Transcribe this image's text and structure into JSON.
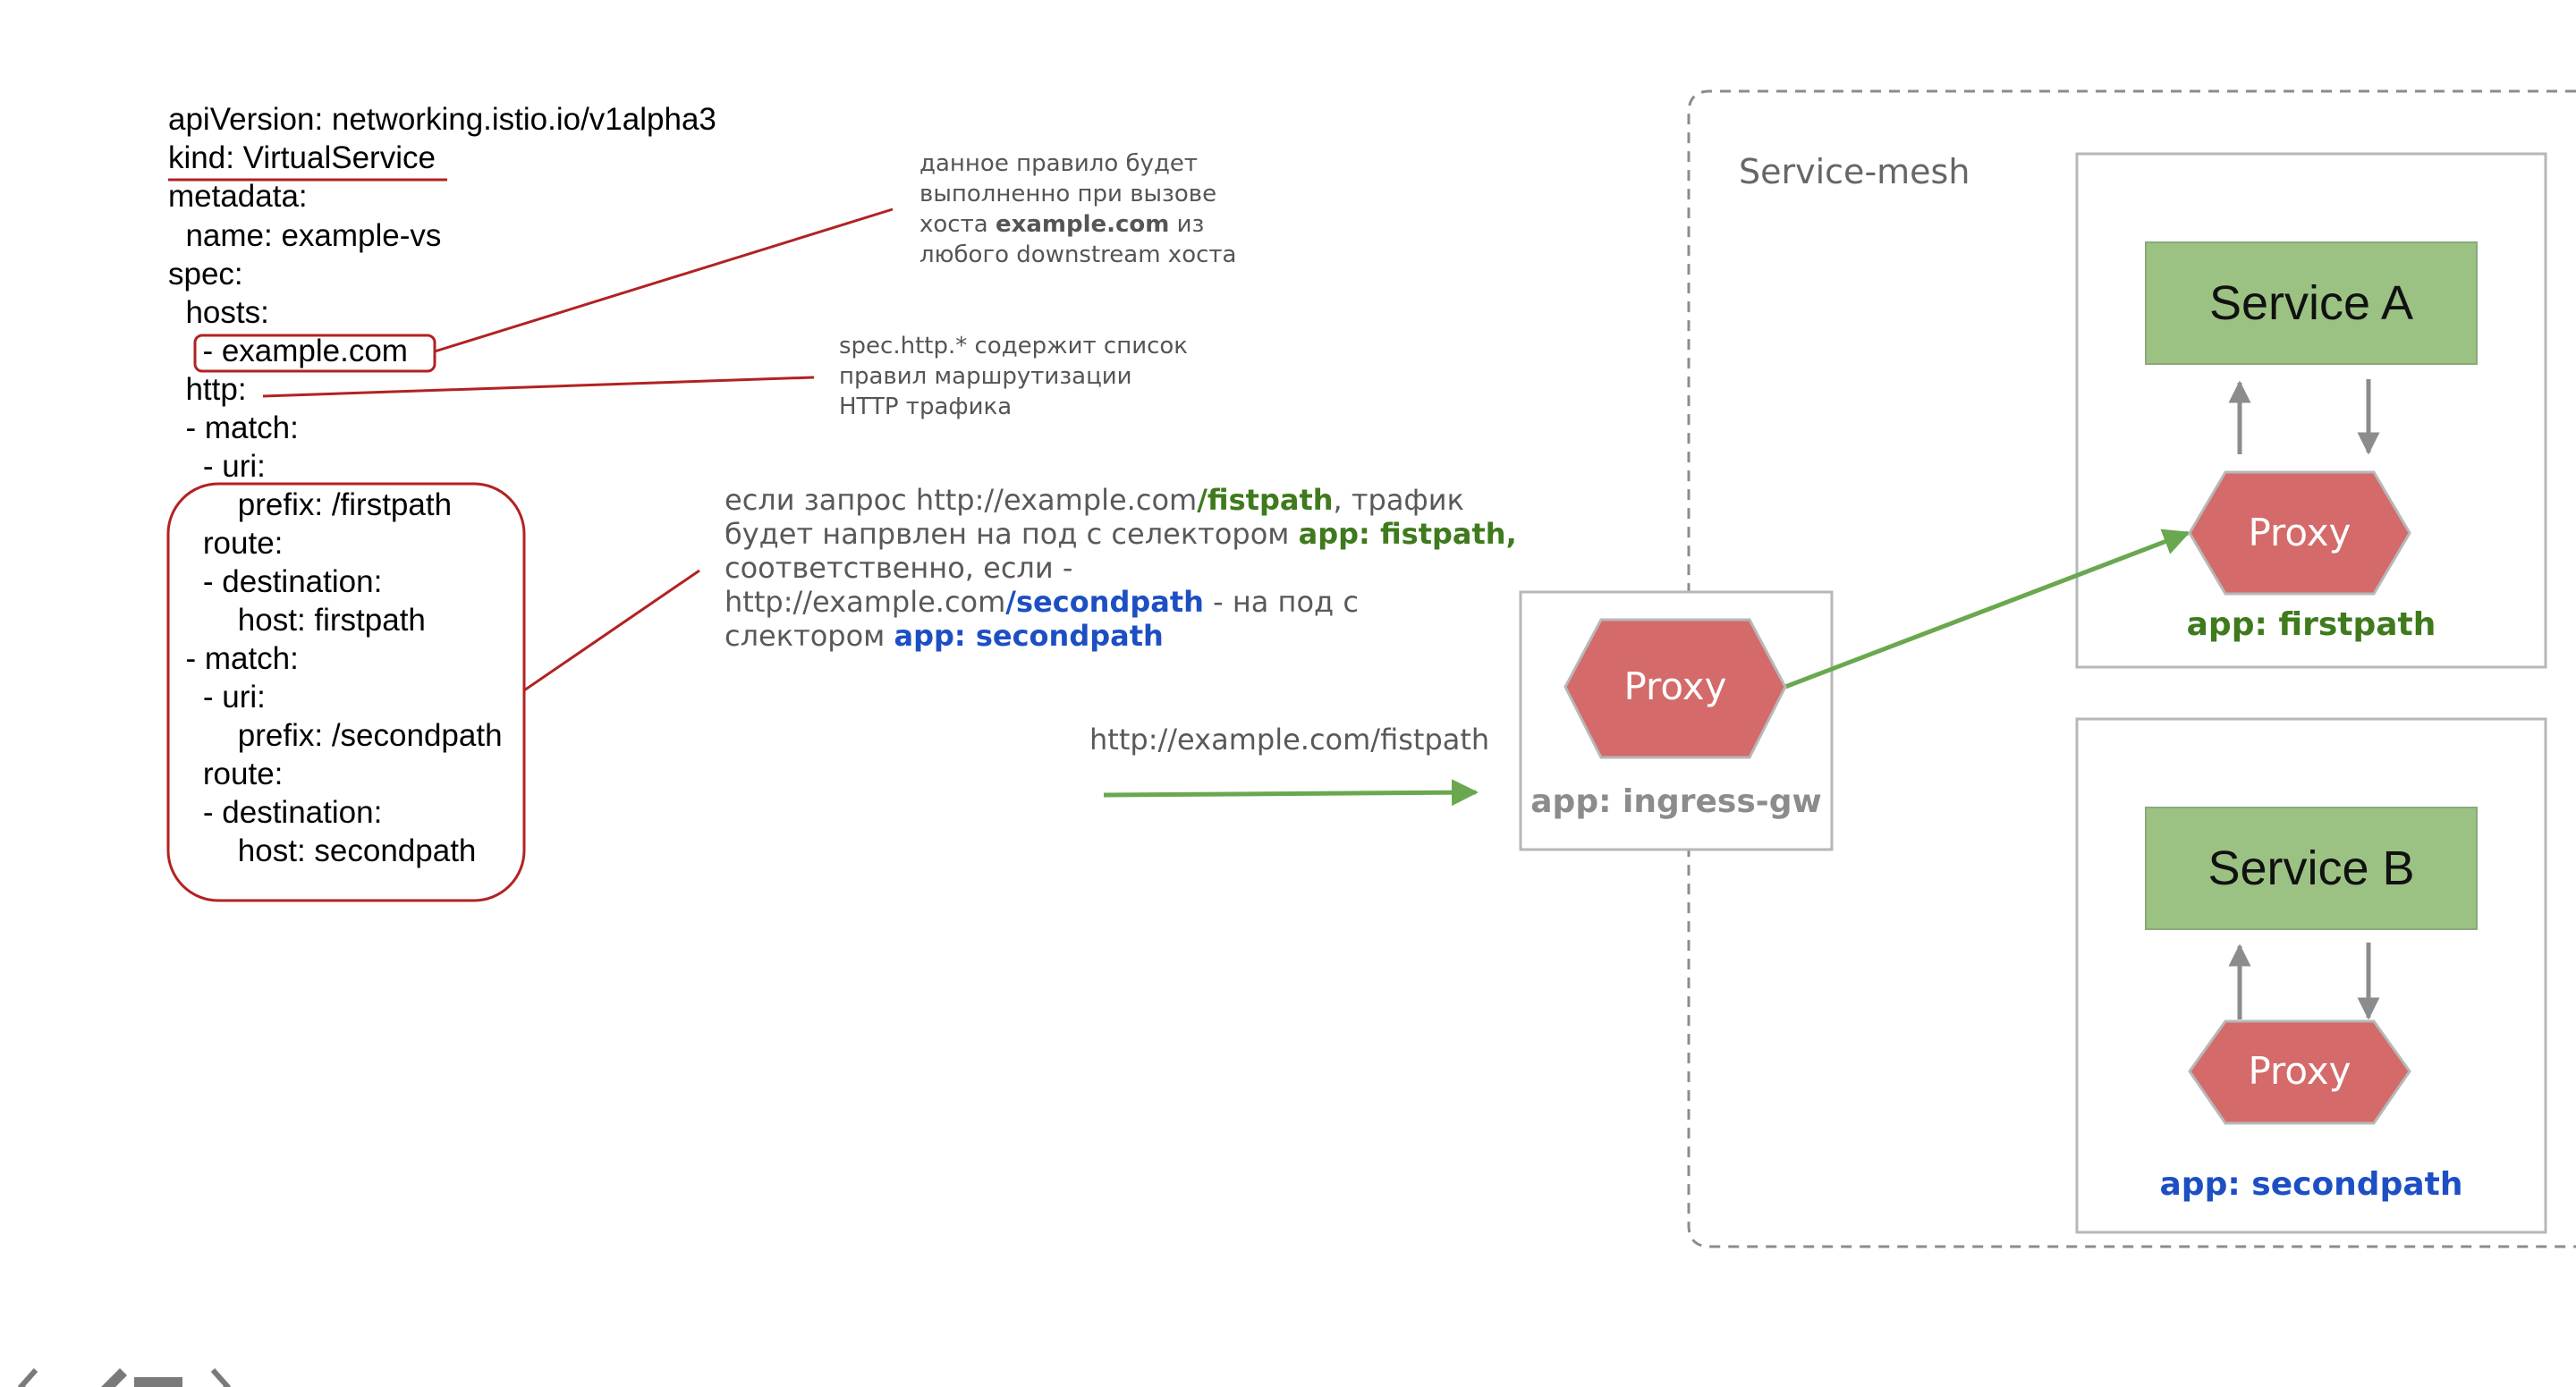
{
  "yaml": {
    "l1": "apiVersion: networking.istio.io/v1alpha3",
    "l2": "kind: VirtualService",
    "l3": "metadata:",
    "l4": "  name: example-vs",
    "l5": "spec:",
    "l6": "  hosts:",
    "l7": "  - example.com",
    "l8": "  http:",
    "l9": "  - match:",
    "l10": "    - uri:",
    "l11": "        prefix: /firstpath",
    "l12": "    route:",
    "l13": "    - destination:",
    "l14": "        host: firstpath",
    "l15": "  - match:",
    "l16": "    - uri:",
    "l17": "        prefix: /secondpath",
    "l18": "    route:",
    "l19": "    - destination:",
    "l20": "        host: secondpath"
  },
  "notes": {
    "hosts_note": {
      "line1": "данное правило будет",
      "line2": "выполненно при вызове",
      "line3_pre": "хоста ",
      "line3_bold": "example.com",
      "line3_post": " из",
      "line4": "любого downstream хоста"
    },
    "http_note": {
      "line1": "spec.http.* содержит список",
      "line2": "правил маршрутизации",
      "line3": "HTTP трафика"
    },
    "routing_note": {
      "l1_pre": "если запрос http://example.com",
      "l1_green": "/fistpath",
      "l1_post": ", трафик",
      "l2_pre": "будет напрвлен на под с селектором ",
      "l2_green": "app: fistpath,",
      "l3": "соответственно, если -",
      "l4_pre": "http://example.com",
      "l4_blue": "/secondpath",
      "l4_post": " - на под с",
      "l5_pre": "слектором ",
      "l5_blue": "app: secondpath"
    }
  },
  "diagram": {
    "mesh_label": "Service-mesh",
    "request_url": "http://example.com/fistpath",
    "gateway": {
      "proxy_label": "Proxy",
      "app_label": "app: ingress-gw"
    },
    "pod_a": {
      "service_label": "Service A",
      "proxy_label": "Proxy",
      "app_label": "app: firstpath"
    },
    "pod_b": {
      "service_label": "Service B",
      "proxy_label": "Proxy",
      "app_label": "app: secondpath"
    }
  },
  "colors": {
    "annotation_red": "#b22222",
    "arrow_green": "#6aa84f",
    "service_green": "#9bc283",
    "proxy_red": "#d46a6a",
    "label_green": "#3f7a1d",
    "label_blue": "#1d4fc4",
    "label_gray": "#8c8c8c"
  },
  "icons": {
    "toolbar": [
      "chevron-left-icon",
      "pencil-icon",
      "screen-icon",
      "chevron-right-icon"
    ]
  }
}
